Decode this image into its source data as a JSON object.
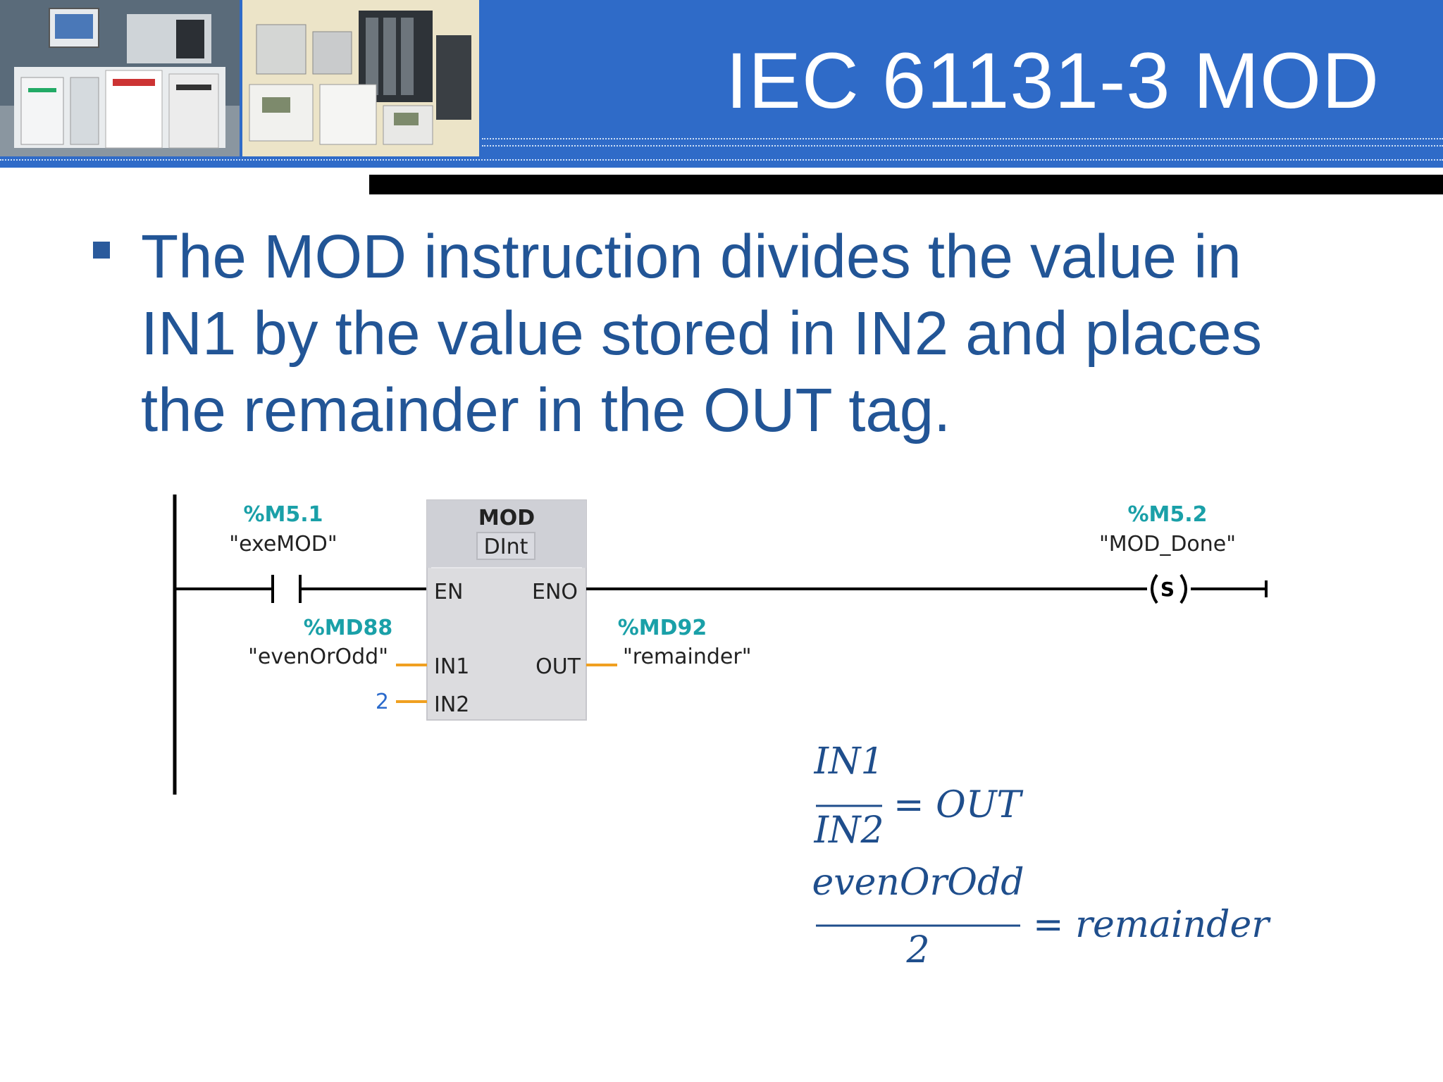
{
  "slide": {
    "title": "IEC 61131-3 MOD",
    "bullet": "The MOD instruction divides the value in IN1 by the value stored in IN2 and places the remainder in the OUT tag."
  },
  "ladder": {
    "contact": {
      "address": "%M5.1",
      "tag": "\"exeMOD\""
    },
    "block": {
      "name": "MOD",
      "datatype": "DInt",
      "pins": {
        "en": "EN",
        "eno": "ENO",
        "in1": "IN1",
        "in2": "IN2",
        "out": "OUT"
      }
    },
    "in1": {
      "address": "%MD88",
      "tag": "\"evenOrOdd\""
    },
    "in2": {
      "value": "2"
    },
    "out": {
      "address": "%MD92",
      "tag": "\"remainder\""
    },
    "coil": {
      "address": "%M5.2",
      "tag": "\"MOD_Done\"",
      "symbol": "S"
    }
  },
  "formulas": {
    "f1": {
      "numerator": "IN1",
      "denominator": "IN2",
      "result": "= OUT"
    },
    "f2": {
      "numerator": "evenOrOdd",
      "denominator": "2",
      "result": "= remainder"
    }
  },
  "colors": {
    "header_blue": "#2f6bc8",
    "body_text": "#225596",
    "address_teal": "#1aa0a8",
    "wire_orange": "#f0a020",
    "block_gray": "#dcdcdf"
  }
}
